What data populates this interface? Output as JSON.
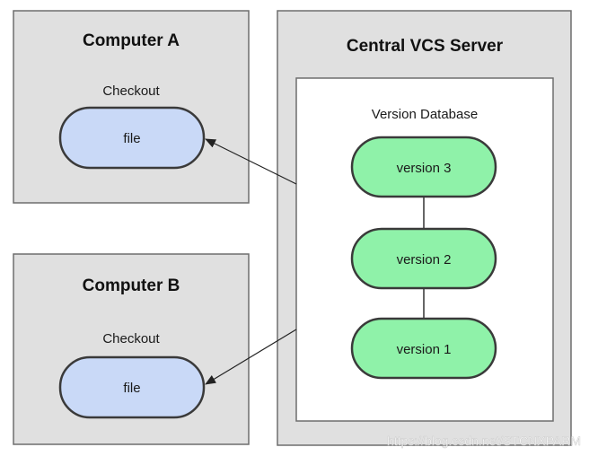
{
  "computer_a": {
    "title": "Computer A",
    "checkout_label": "Checkout",
    "file_label": "file"
  },
  "computer_b": {
    "title": "Computer B",
    "checkout_label": "Checkout",
    "file_label": "file"
  },
  "server": {
    "title": "Central VCS Server",
    "database_label": "Version Database",
    "versions": [
      "version 3",
      "version 2",
      "version 1"
    ]
  },
  "watermark": "https://blog.csdn.net/STCNXPARM",
  "colors": {
    "computer_fill": "#e0e0e0",
    "file_fill": "#c9d9f7",
    "version_fill": "#8ff2a9",
    "database_fill": "#ffffff"
  }
}
